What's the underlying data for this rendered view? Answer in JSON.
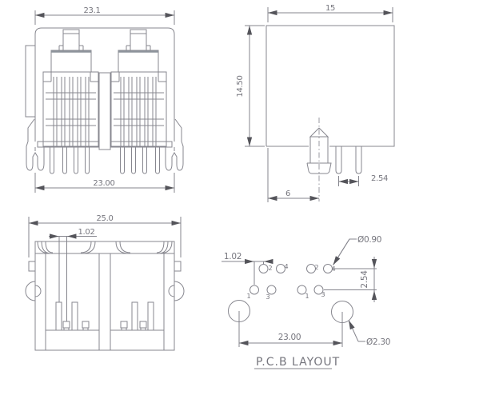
{
  "colors": {
    "line": "#87878f",
    "text": "#75757d",
    "arrow": "#54545a",
    "background": "#ffffff"
  },
  "front_view": {
    "dim_width_top": "23.1",
    "dim_width_bottom": "23.00"
  },
  "side_view": {
    "dim_width": "15",
    "dim_height": "14.50",
    "dim_pin_pitch": "2.54",
    "dim_peg_offset": "6"
  },
  "top_view": {
    "dim_width": "25.0",
    "dim_pin_stagger": "1.02"
  },
  "pcb_layout": {
    "title": "P.C.B LAYOUT",
    "dim_pin_stagger": "1.02",
    "dim_row_pitch": "2.54",
    "dim_hole_span": "23.00",
    "label_small_hole": "Ø0.90",
    "label_large_hole": "Ø2.30",
    "pin_numbers_left": [
      "1",
      "2",
      "3",
      "4"
    ],
    "pin_numbers_right": [
      "1",
      "2",
      "3",
      "4"
    ]
  }
}
